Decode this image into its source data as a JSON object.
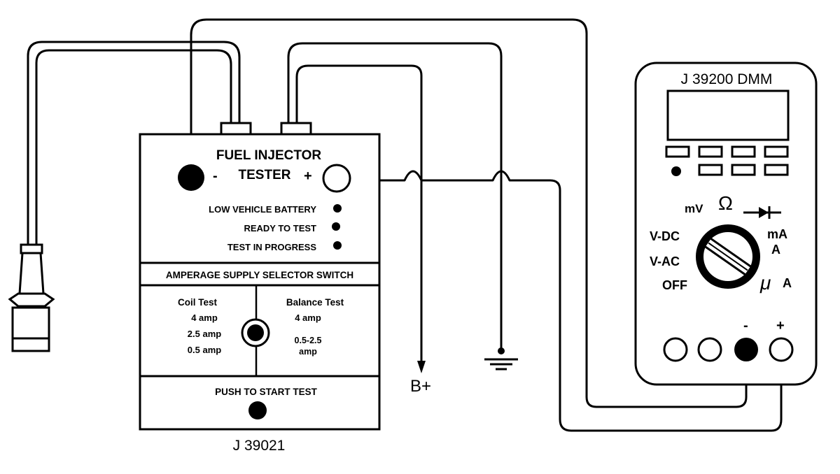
{
  "tester": {
    "title_line1": "FUEL INJECTOR",
    "title_line2": "TESTER",
    "minus_sign": "-",
    "plus_sign": "+",
    "indicators": [
      {
        "label": "LOW VEHICLE BATTERY"
      },
      {
        "label": "READY TO TEST"
      },
      {
        "label": "TEST IN PROGRESS"
      }
    ],
    "selector_heading": "AMPERAGE SUPPLY SELECTOR SWITCH",
    "coil_test": {
      "title": "Coil Test",
      "options": [
        "4 amp",
        "2.5 amp",
        "0.5 amp"
      ]
    },
    "balance_test": {
      "title": "Balance Test",
      "options": [
        "4 amp",
        "0.5-2.5",
        "amp"
      ]
    },
    "push_label": "PUSH TO START TEST",
    "part_number": "J 39021"
  },
  "dmm": {
    "title": "J 39200 DMM",
    "dial_labels": {
      "mv": "mV",
      "ohm": "Ω",
      "vdc": "V-DC",
      "vac": "V-AC",
      "off": "OFF",
      "ma": "mA",
      "a": "A",
      "ua_mu": "μ",
      "ua_a": "A"
    },
    "jack_minus": "-",
    "jack_plus": "+"
  },
  "supply_label": "B+"
}
